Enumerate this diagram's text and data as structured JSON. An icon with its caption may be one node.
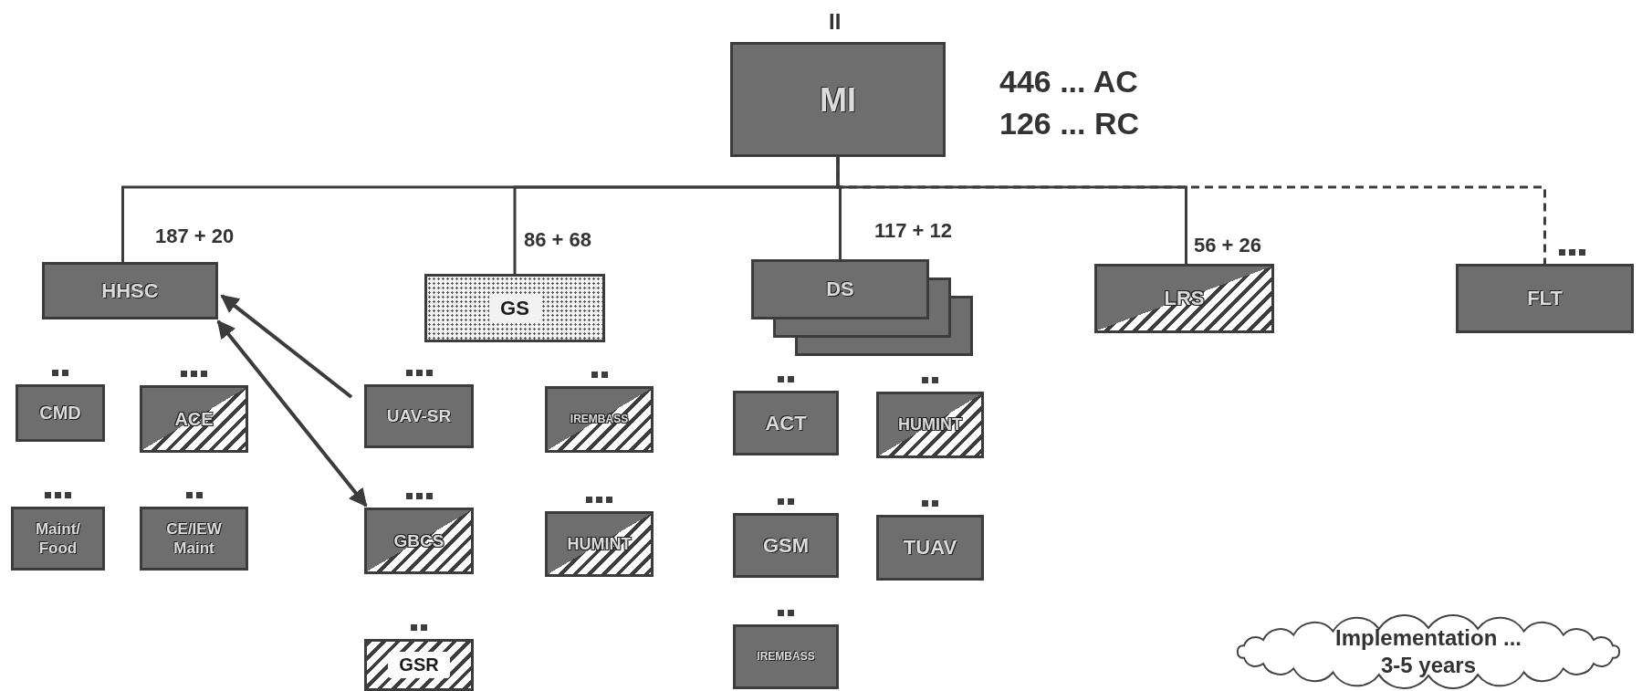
{
  "diagram": {
    "nodes": [
      {
        "text": [
          "MI"
        ],
        "beside": [
          "II",
          "446 ... AC",
          "126 ... RC"
        ]
      },
      {
        "text": [
          "HHSC"
        ],
        "beside": [
          "187 + 20"
        ]
      },
      {
        "text": [
          "GS"
        ],
        "beside": [
          "86 + 68"
        ]
      },
      {
        "text": [
          "DS"
        ],
        "beside": [
          "117 + 12"
        ]
      },
      {
        "text": [
          "LRS"
        ],
        "beside": [
          "56 + 26"
        ]
      },
      {
        "text": [
          "FLT"
        ]
      },
      {
        "text": [
          "CMD"
        ]
      },
      {
        "text": [
          "ACE"
        ]
      },
      {
        "text": [
          "Maint/ Food"
        ]
      },
      {
        "text": [
          "CE/IEW Maint"
        ]
      },
      {
        "text": [
          "UAV-SR"
        ]
      },
      {
        "text": [
          "GBCS"
        ]
      },
      {
        "text": [
          "GSR"
        ]
      },
      {
        "text": [
          "IREMBASS"
        ]
      },
      {
        "text": [
          "HUMINT"
        ]
      },
      {
        "text": [
          "ACT"
        ]
      },
      {
        "text": [
          "HUMINT"
        ]
      },
      {
        "text": [
          "GSM"
        ]
      },
      {
        "text": [
          "TUAV"
        ]
      },
      {
        "text": [
          "IREMBASS"
        ]
      },
      {
        "text": [
          "Implementation ... 3-5 years"
        ]
      }
    ],
    "edges": [
      {
        "from": 0,
        "to": 1,
        "arrow": "none"
      },
      {
        "from": 0,
        "to": 2,
        "arrow": "none"
      },
      {
        "from": 0,
        "to": 3,
        "arrow": "none"
      },
      {
        "from": 0,
        "to": 4,
        "arrow": "none"
      },
      {
        "from": 0,
        "to": 5,
        "arrow": "none",
        "style": "dashed"
      },
      {
        "from": 10,
        "to": 1,
        "arrow": "to"
      },
      {
        "from": 11,
        "to": 1,
        "arrow": "both"
      }
    ]
  }
}
